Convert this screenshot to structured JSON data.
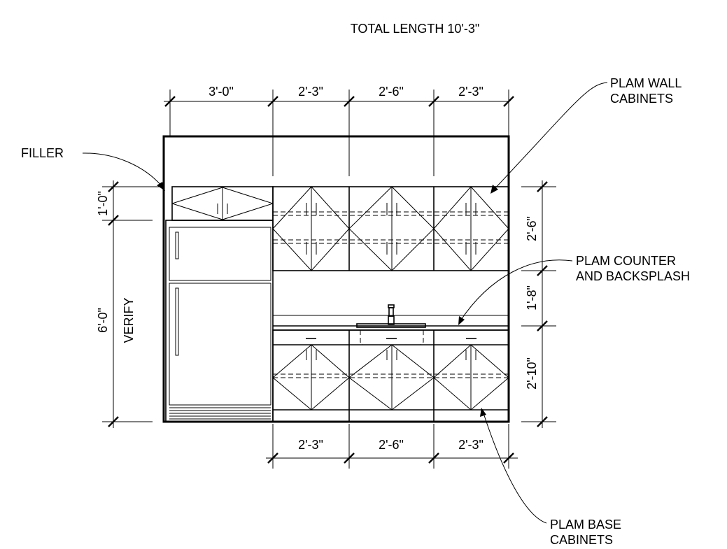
{
  "title": "TOTAL LENGTH 10'-3\"",
  "top_dimensions": [
    "3'-0\"",
    "2'-3\"",
    "2'-6\"",
    "2'-3\""
  ],
  "bottom_dimensions": [
    "2'-3\"",
    "2'-6\"",
    "2'-3\""
  ],
  "left_dimensions": {
    "filler_height": "1'-0\"",
    "refrigerator_height": "6'-0\"",
    "refrigerator_note": "VERIFY"
  },
  "right_dimensions": {
    "wall_cabinet_height": "2'-6\"",
    "backsplash_height": "1'-8\"",
    "base_cabinet_height": "2'-10\""
  },
  "labels": {
    "filler": "FILLER",
    "wall_cabinets": [
      "PLAM WALL",
      "CABINETS"
    ],
    "counter": [
      "PLAM COUNTER",
      "AND BACKSPLASH"
    ],
    "base_cabinets": [
      "PLAM BASE",
      "CABINETS"
    ]
  }
}
